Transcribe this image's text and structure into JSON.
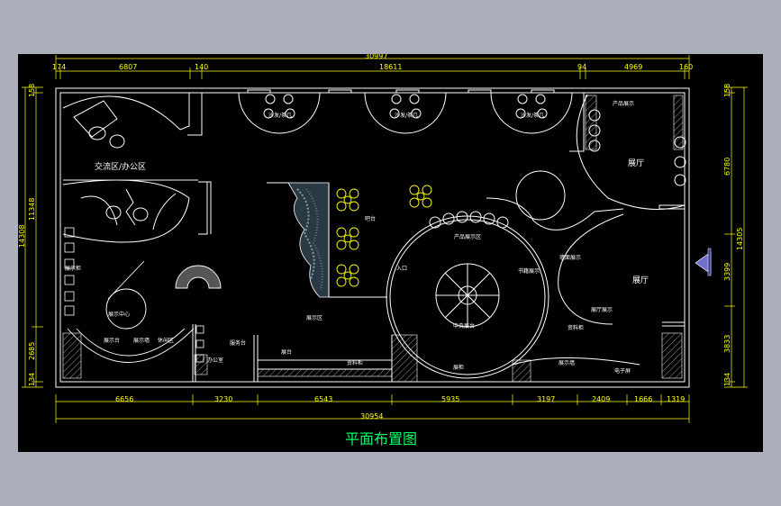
{
  "drawing": {
    "title": "平面布置图",
    "background": "#000000",
    "line_color": "#ffffff",
    "dim_color": "#ffff00",
    "accent": "#00ff66"
  },
  "dimensions": {
    "top_total": "30997",
    "top": [
      "174",
      "6807",
      "140",
      "18611",
      "94",
      "4969",
      "160"
    ],
    "bottom": [
      "6656",
      "3230",
      "6543",
      "5935",
      "3197",
      "2409",
      "1666",
      "1319"
    ],
    "bottom_total": "30954",
    "left": [
      "158",
      "11348",
      "2685",
      "134"
    ],
    "left_total": "14308",
    "right": [
      "158",
      "6780",
      "3399",
      "3833",
      "134"
    ],
    "right_total": "14305"
  },
  "rooms": {
    "meeting_office": "交流区/办公区",
    "sofa_top_1": "沙发/茶几",
    "sofa_top_2": "沙发/茶几",
    "sofa_top_3": "沙发/茶几",
    "hall_right_top": "展厅",
    "hall_right": "展厅",
    "feature_area": "产品展示区",
    "bar": "吧台",
    "book_display": "书籍展示",
    "product_display": "产品展示",
    "wall_display": "墙面展示",
    "exhibit_center": "展示中心",
    "right_hall_display": "展厅展示",
    "entrance": "入口",
    "feature_left": "展示区",
    "storage_1": "资料柜",
    "storage_2": "资料柜",
    "circle_stage": "中央展台",
    "lower_left_1": "展示台",
    "lower_left_2": "展示墙",
    "lower_left_3": "休闲区",
    "lower_mid": "服务台",
    "counter": "展台",
    "staff": "办公室",
    "lower_right_1": "展示墙",
    "lower_right_2": "电子屏",
    "bottom_cabinet": "展柜",
    "left_column": "展示柜"
  }
}
